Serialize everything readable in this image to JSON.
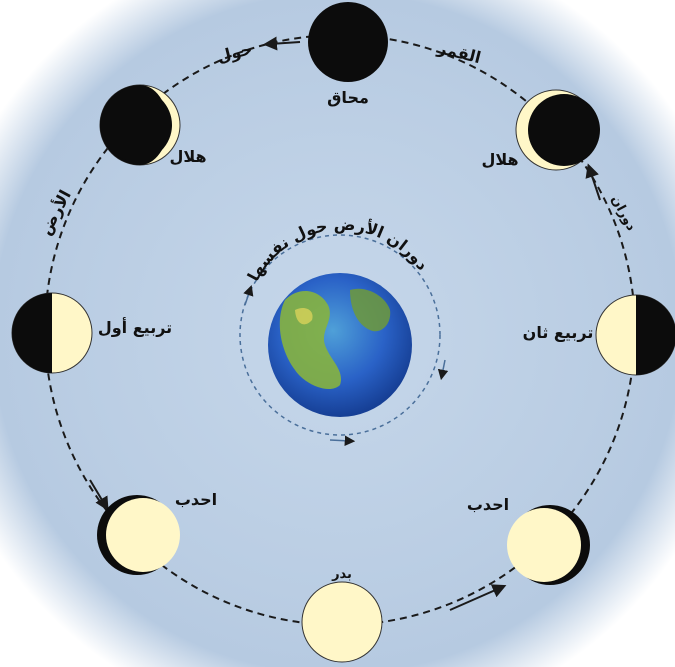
{
  "labels": {
    "new_moon": "محاق",
    "crescent_right": "هلال",
    "crescent_left": "هلال",
    "first_quarter": "تربيع أول",
    "third_quarter": "تربيع ثان",
    "gibbous_left": "احدب",
    "gibbous_right": "احدب",
    "full_moon": "بدر",
    "orbit_word_1": "حول",
    "orbit_word_2": "القمر",
    "orbit_word_3": "الأرض",
    "orbit_word_4": "دوران",
    "earth_rotation": "دوران الأرض حول نفسها"
  },
  "colors": {
    "background": "#b9cde3",
    "moon_lit": "#fff7c8",
    "moon_dark": "#0c0c0c",
    "orbit": "#1a1a1a",
    "earth_ocean": "#2a62c7",
    "earth_land": "#7fae3c"
  }
}
